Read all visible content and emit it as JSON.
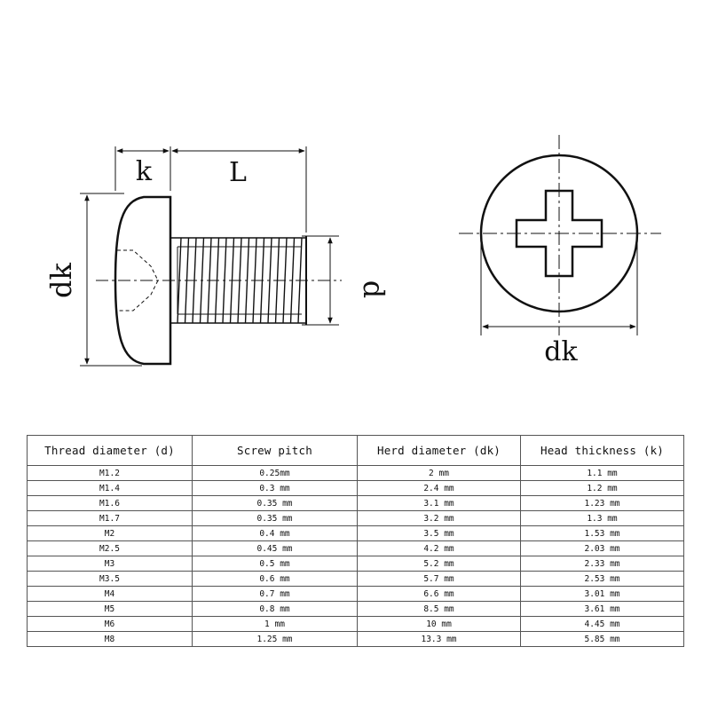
{
  "drawing": {
    "side_view": {
      "labels": {
        "head_thickness": "k",
        "length": "L",
        "head_diameter": "dk",
        "thread_diameter": "d"
      }
    },
    "top_view": {
      "labels": {
        "head_diameter": "dk"
      }
    }
  },
  "table": {
    "headers": [
      "Thread diameter (d)",
      "Screw pitch",
      "Herd diameter (dk)",
      "Head thickness (k)"
    ],
    "rows": [
      [
        "M1.2",
        "0.25mm",
        "2 mm",
        "1.1 mm"
      ],
      [
        "M1.4",
        "0.3 mm",
        "2.4 mm",
        "1.2 mm"
      ],
      [
        "M1.6",
        "0.35 mm",
        "3.1 mm",
        "1.23 mm"
      ],
      [
        "M1.7",
        "0.35 mm",
        "3.2 mm",
        "1.3 mm"
      ],
      [
        "M2",
        "0.4 mm",
        "3.5 mm",
        "1.53 mm"
      ],
      [
        "M2.5",
        "0.45 mm",
        "4.2 mm",
        "2.03 mm"
      ],
      [
        "M3",
        "0.5 mm",
        "5.2 mm",
        "2.33 mm"
      ],
      [
        "M3.5",
        "0.6 mm",
        "5.7 mm",
        "2.53 mm"
      ],
      [
        "M4",
        "0.7 mm",
        "6.6 mm",
        "3.01 mm"
      ],
      [
        "M5",
        "0.8 mm",
        "8.5 mm",
        "3.61 mm"
      ],
      [
        "M6",
        "1 mm",
        "10 mm",
        "4.45 mm"
      ],
      [
        "M8",
        "1.25 mm",
        "13.3 mm",
        "5.85 mm"
      ]
    ]
  }
}
